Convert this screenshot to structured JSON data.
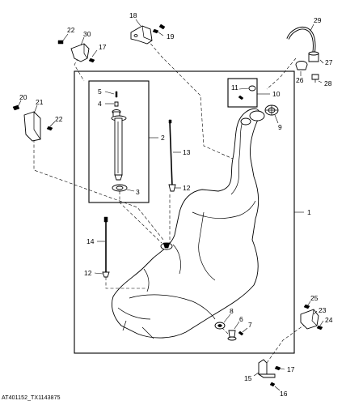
{
  "figure_id": "AT401152_TX1143875",
  "callouts": {
    "c1": "1",
    "c2": "2",
    "c3": "3",
    "c4": "4",
    "c5": "5",
    "c6": "6",
    "c7": "7",
    "c8": "8",
    "c9": "9",
    "c10": "10",
    "c11": "11",
    "c12a": "12",
    "c12b": "12",
    "c13": "13",
    "c14": "14",
    "c15": "15",
    "c16": "16",
    "c17a": "17",
    "c17b": "17",
    "c18": "18",
    "c19": "19",
    "c20": "20",
    "c21": "21",
    "c22a": "22",
    "c22b": "22",
    "c23": "23",
    "c24": "24",
    "c25": "25",
    "c26": "26",
    "c27": "27",
    "c28": "28",
    "c29": "29",
    "c30": "30"
  }
}
